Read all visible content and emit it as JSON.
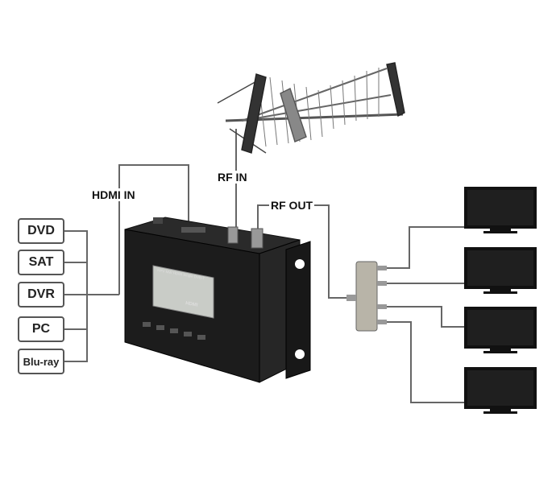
{
  "labels": {
    "hdmi_in": "HDMI IN",
    "rf_in": "RF IN",
    "rf_out": "RF OUT"
  },
  "sources": [
    "DVD",
    "SAT",
    "DVR",
    "PC",
    "Blu-ray"
  ],
  "tv_count": 4,
  "device": {
    "panel_text": "HPV MW HDMI Single DVB-T",
    "logo": "HDMI"
  },
  "colors": {
    "line": "#555555",
    "device": "#1a1a1a",
    "screen": "#c9ccc7",
    "splitter": "#b8b4a8"
  }
}
